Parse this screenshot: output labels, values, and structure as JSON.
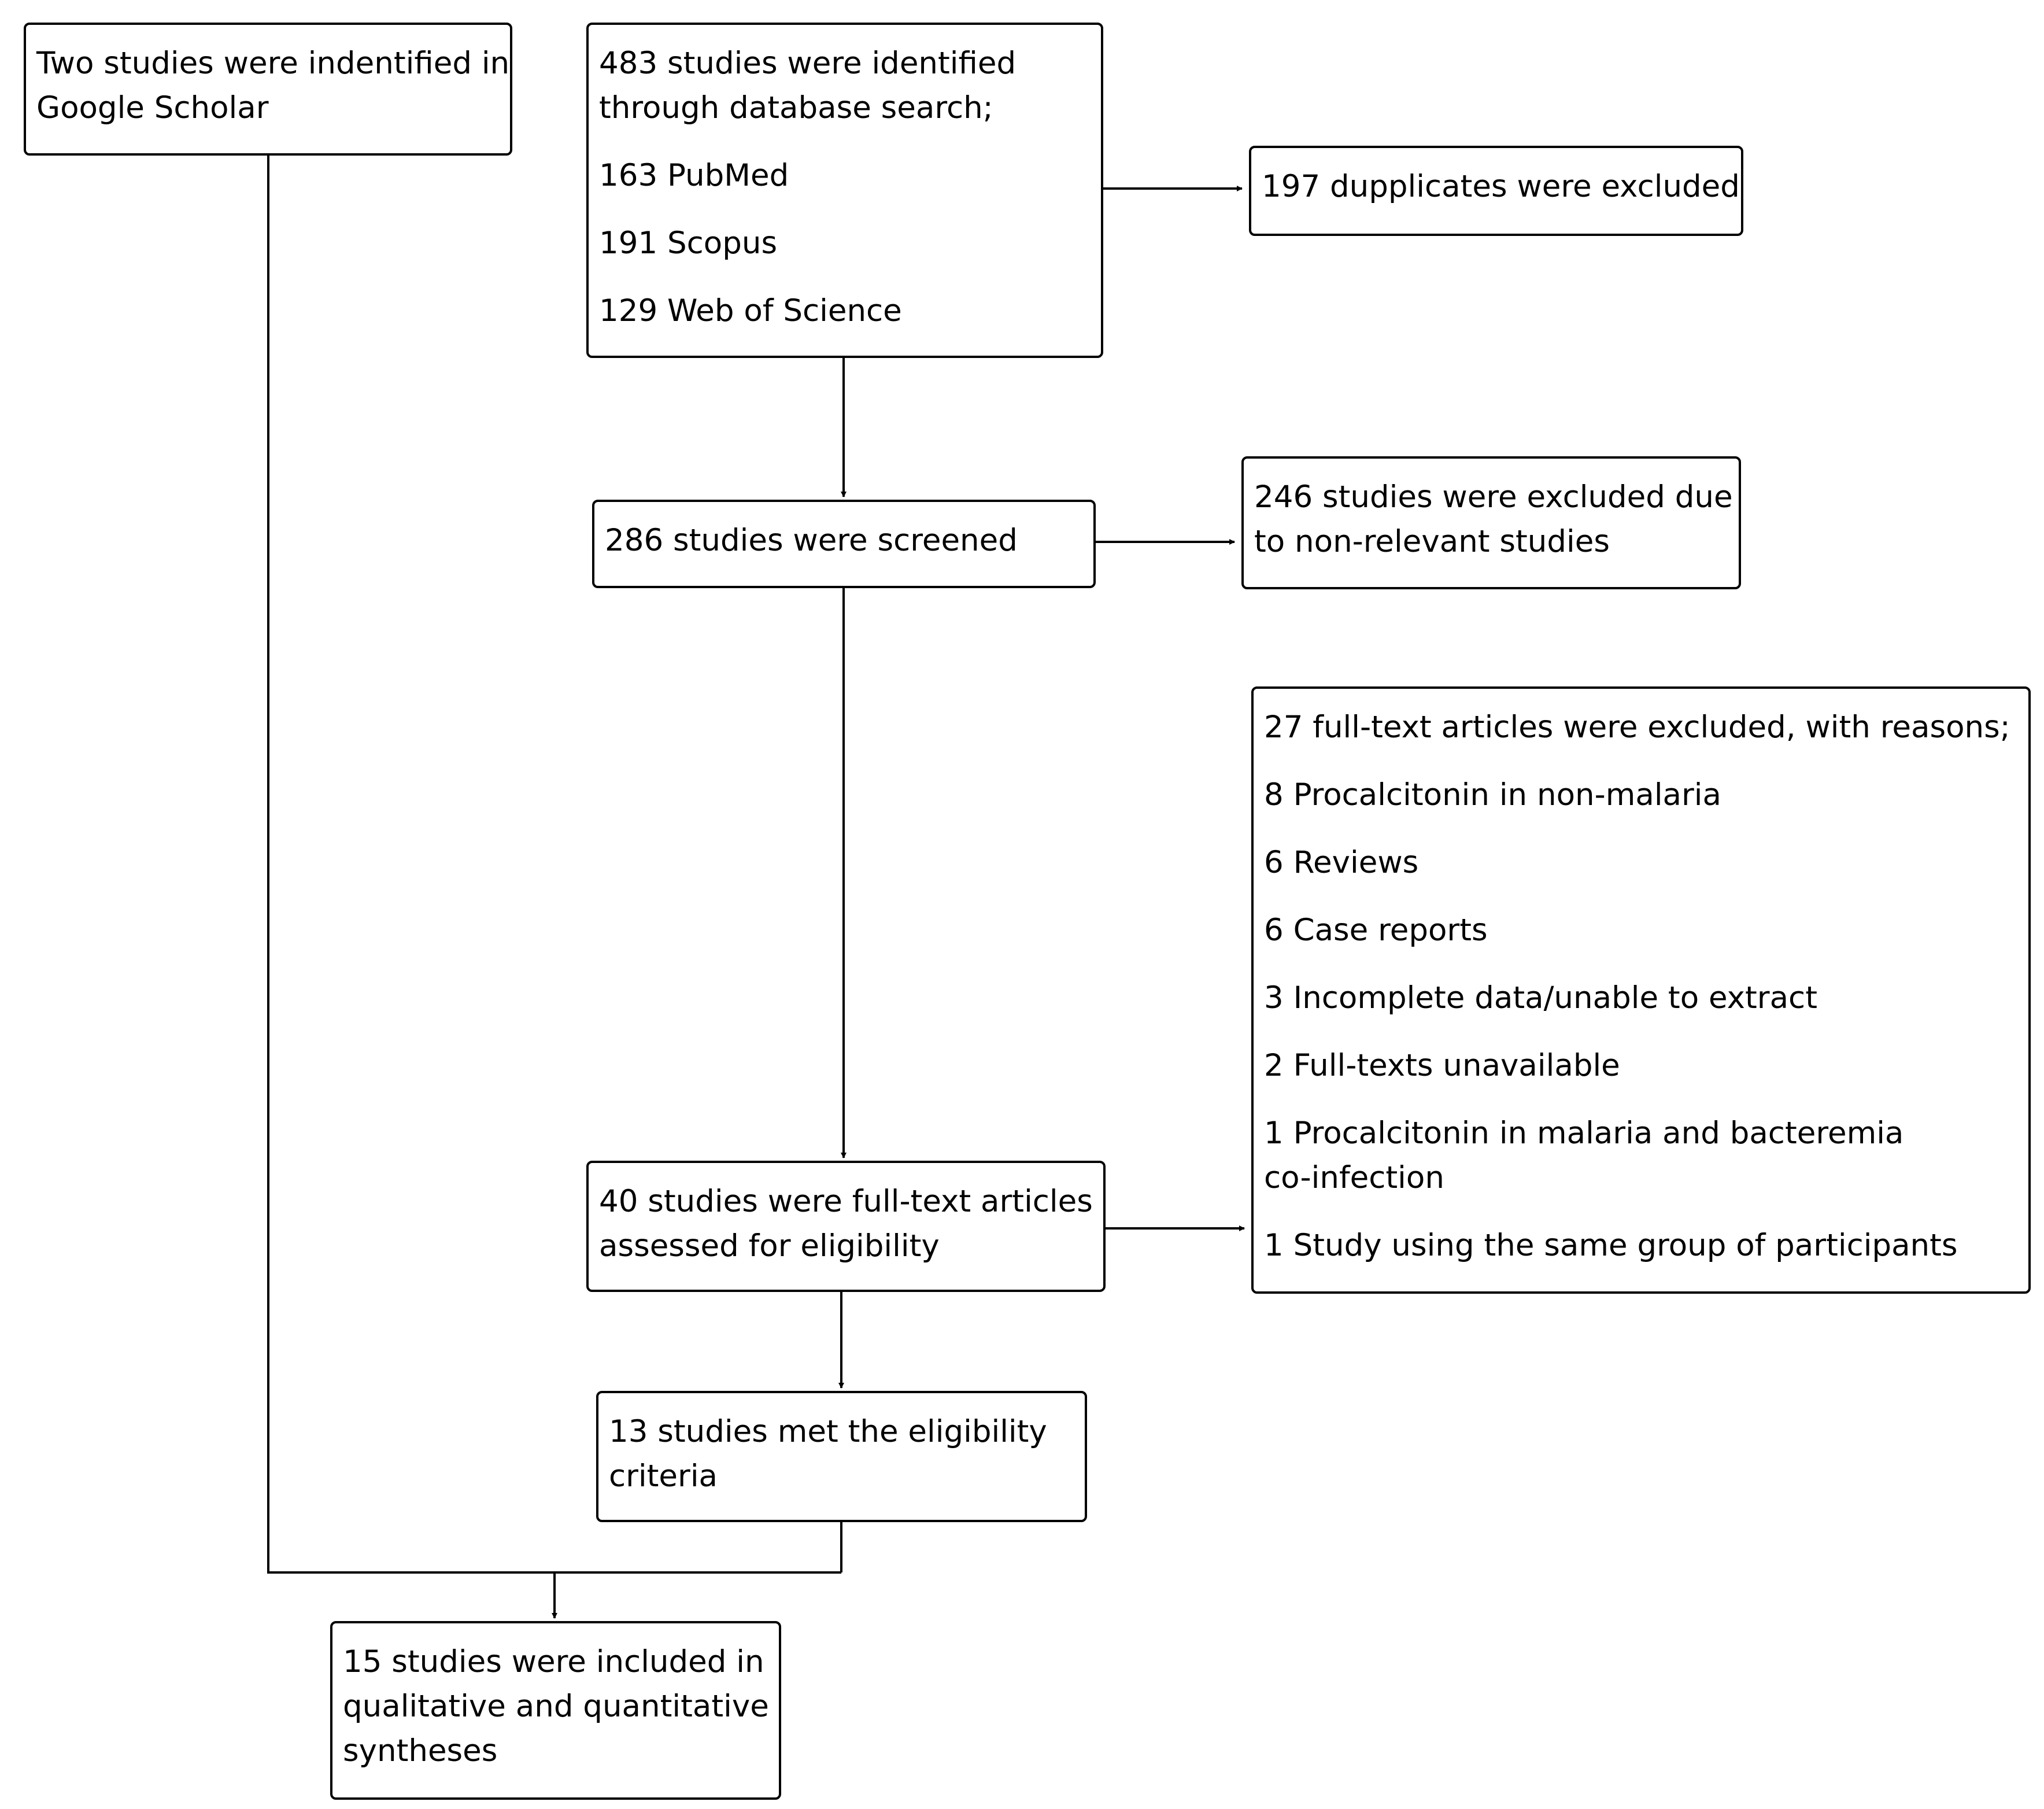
{
  "flowchart": {
    "google_scholar": [
      "Two studies were indentified in",
      "Google Scholar"
    ],
    "database_search": {
      "heading": [
        "483 studies were identified",
        "through database search;"
      ],
      "sources": [
        "163 PubMed",
        "191 Scopus",
        "129 Web of Science"
      ]
    },
    "duplicates": [
      "197 dupplicates were excluded"
    ],
    "screened": [
      "286 studies were screened"
    ],
    "excluded_screening": [
      "246 studies were excluded due",
      "to non-relevant studies"
    ],
    "full_text_assessed": [
      "40 studies were full-text articles",
      "assessed for eligibility"
    ],
    "full_text_excluded": {
      "heading": "27 full-text articles were excluded, with reasons;",
      "reasons": [
        [
          "8 Procalcitonin in non-malaria"
        ],
        [
          "6 Reviews"
        ],
        [
          "6 Case reports"
        ],
        [
          "3 Incomplete data/unable to extract"
        ],
        [
          "2 Full-texts unavailable"
        ],
        [
          "1 Procalcitonin in malaria and bacteremia",
          "co-infection"
        ],
        [
          "1 Study using the same group of participants"
        ]
      ]
    },
    "eligible": [
      "13 studies met the eligibility",
      "criteria"
    ],
    "included": [
      "15 studies were included in",
      "qualitative and quantitative",
      "syntheses"
    ]
  }
}
